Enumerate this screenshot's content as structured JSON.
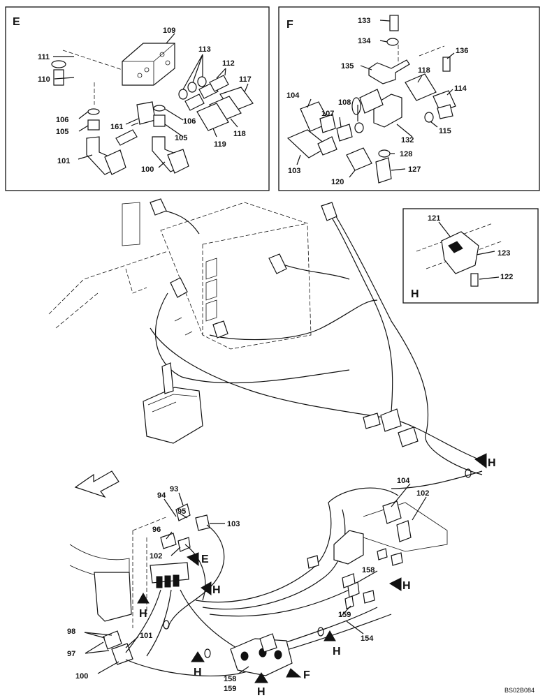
{
  "inset_e": {
    "letter": "E",
    "labels": [
      "109",
      "113",
      "112",
      "111",
      "110",
      "117",
      "106",
      "105",
      "161",
      "106",
      "105",
      "118",
      "119",
      "101",
      "100"
    ]
  },
  "inset_f": {
    "letter": "F",
    "labels": [
      "133",
      "134",
      "136",
      "135",
      "118",
      "114",
      "104",
      "108",
      "107",
      "132",
      "115",
      "128",
      "103",
      "120",
      "127"
    ]
  },
  "inset_h": {
    "letter": "H",
    "labels": [
      "121",
      "123",
      "122"
    ]
  },
  "main": {
    "labels": [
      "104",
      "102",
      "94",
      "93",
      "95",
      "103",
      "96",
      "102",
      "158",
      "98",
      "101",
      "97",
      "100",
      "159",
      "154",
      "158",
      "159"
    ],
    "callouts": {
      "e": "E",
      "f": "F",
      "h1": "H",
      "h2": "H",
      "h3": "H",
      "h4": "H",
      "h5": "H",
      "h6": "H"
    }
  },
  "drawing_code": "BS02B084"
}
